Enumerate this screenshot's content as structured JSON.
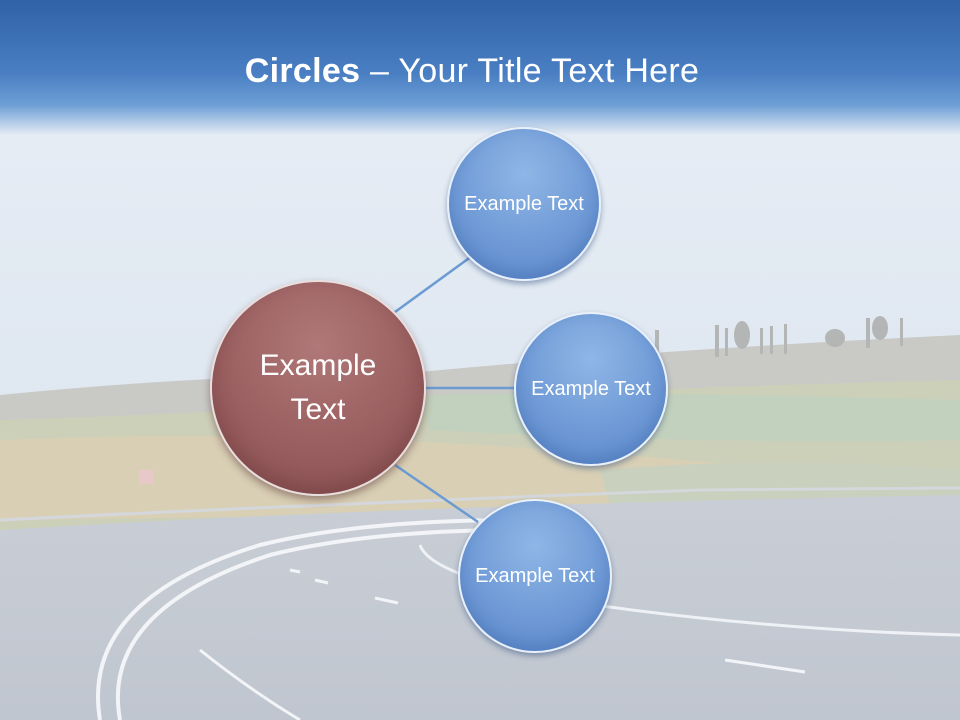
{
  "slide": {
    "title_bold": "Circles",
    "title_rest": " – Your Title Text Here"
  },
  "diagram": {
    "center": {
      "label": "Example Text",
      "color": "#9a5f60"
    },
    "nodes": [
      {
        "label": "Example Text",
        "color": "#6f9ad6"
      },
      {
        "label": "Example Text",
        "color": "#6f9ad6"
      },
      {
        "label": "Example Text",
        "color": "#6f9ad6"
      }
    ],
    "connector_color": "#6c9bd2"
  },
  "theme": {
    "title_bar_color": "#2f62a6",
    "title_text_color": "#ffffff"
  }
}
